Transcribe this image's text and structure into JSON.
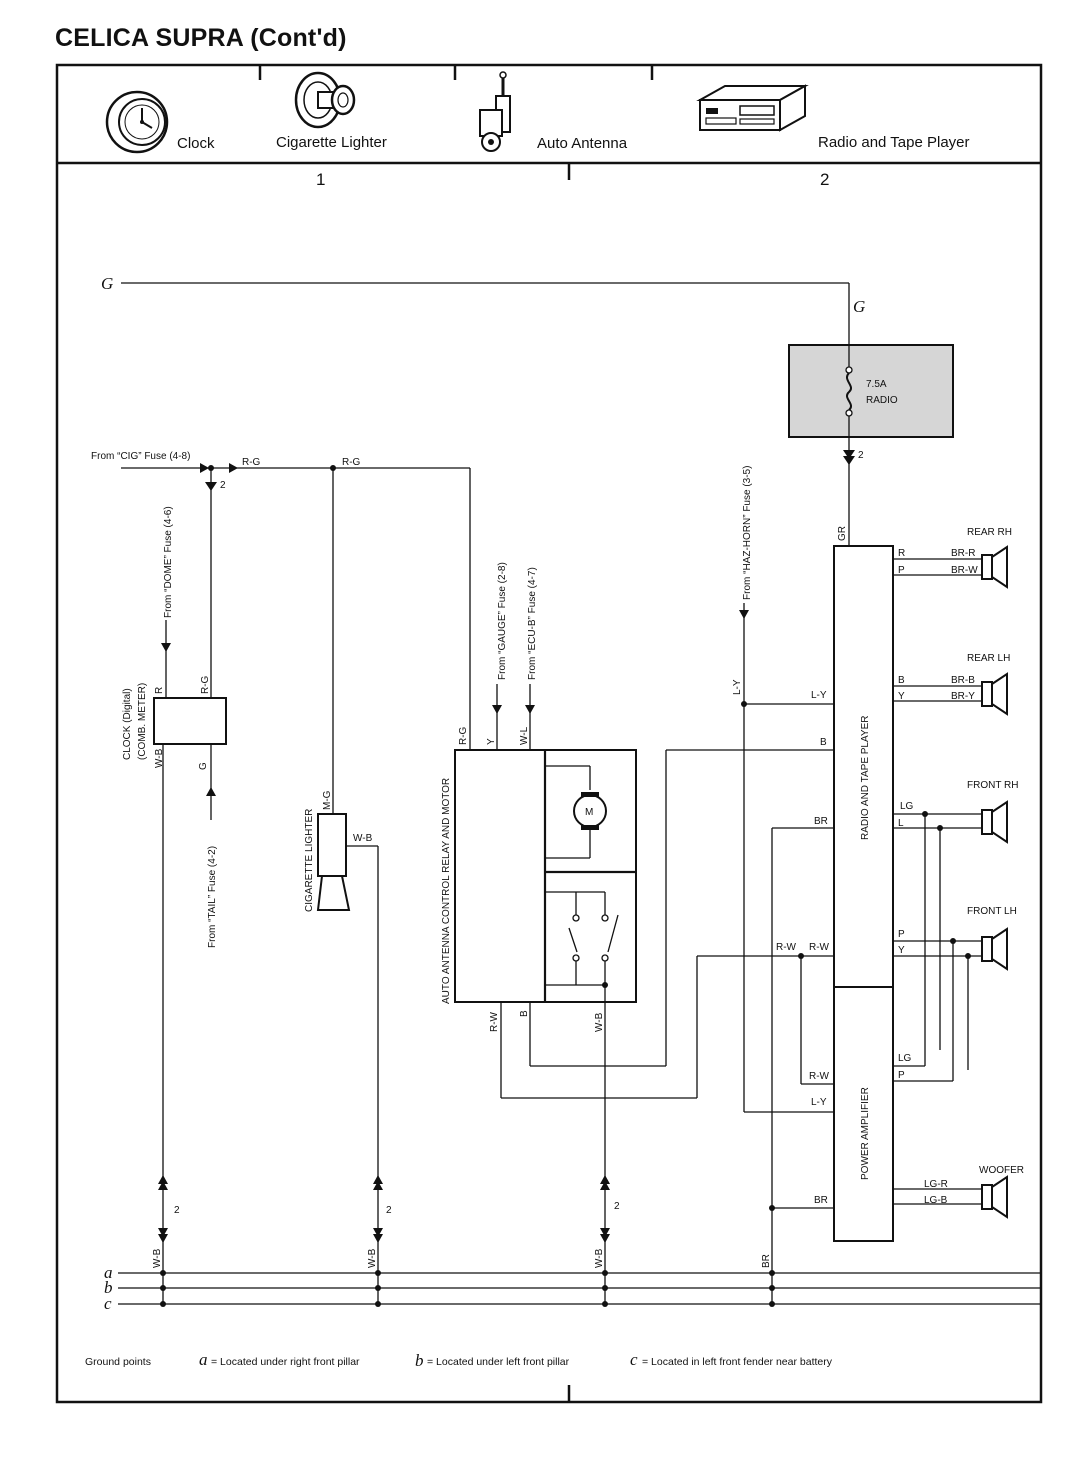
{
  "title": "CELICA SUPRA (Cont'd)",
  "header": {
    "items": [
      {
        "label": "Clock",
        "icon": "clock-icon"
      },
      {
        "label": "Cigarette Lighter",
        "icon": "cigarette-lighter-icon"
      },
      {
        "label": "Auto Antenna",
        "icon": "auto-antenna-icon"
      },
      {
        "label": "Radio and Tape Player",
        "icon": "radio-tape-player-icon"
      }
    ],
    "columns": [
      "1",
      "2"
    ]
  },
  "power": {
    "g_left": "G",
    "g_right": "G",
    "fuse_rating": "7.5A",
    "fuse_name": "RADIO",
    "fuse_pin": "2"
  },
  "sources": {
    "cig": "From “CIG” Fuse (4-8)",
    "dome": "From “DOME” Fuse (4-6)",
    "tail": "From “TAIL” Fuse (4-2)",
    "gauge": "From “GAUGE” Fuse (2-8)",
    "ecub": "From “ECU-B” Fuse (4-7)",
    "hazhorn": "From “HAZ-HORN” Fuse (3-5)"
  },
  "components": {
    "clock_line1": "CLOCK (Digital)",
    "clock_line2": "(COMB. METER)",
    "lighter": "CIGARETTE LIGHTER",
    "antenna": "AUTO ANTENNA CONTROL RELAY AND MOTOR",
    "motor": "M",
    "radio": "RADIO AND TAPE PLAYER",
    "amp": "POWER AMPLIFIER"
  },
  "speakers": {
    "rear_rh": "REAR RH",
    "rear_lh": "REAR LH",
    "front_rh": "FRONT RH",
    "front_lh": "FRONT LH",
    "woofer": "WOOFER"
  },
  "wires": {
    "rg": "R-G",
    "r": "R",
    "g": "G",
    "wb": "W-B",
    "mg": "M-G",
    "y": "Y",
    "wl": "W-L",
    "rw": "R-W",
    "b": "B",
    "ly": "L-Y",
    "br": "BR",
    "gr": "GR",
    "p": "P",
    "l": "L",
    "lg": "LG",
    "brr": "BR-R",
    "brw": "BR-W",
    "brb": "BR-B",
    "bry": "BR-Y",
    "lgr": "LG-R",
    "lgb": "LG-B",
    "pin2": "2"
  },
  "grounds": {
    "a": "a",
    "b": "b",
    "c": "c",
    "label": "Ground points",
    "a_desc": "= Located under right front pillar",
    "b_desc": "= Located under left front pillar",
    "c_desc": "= Located in left front fender near battery"
  }
}
